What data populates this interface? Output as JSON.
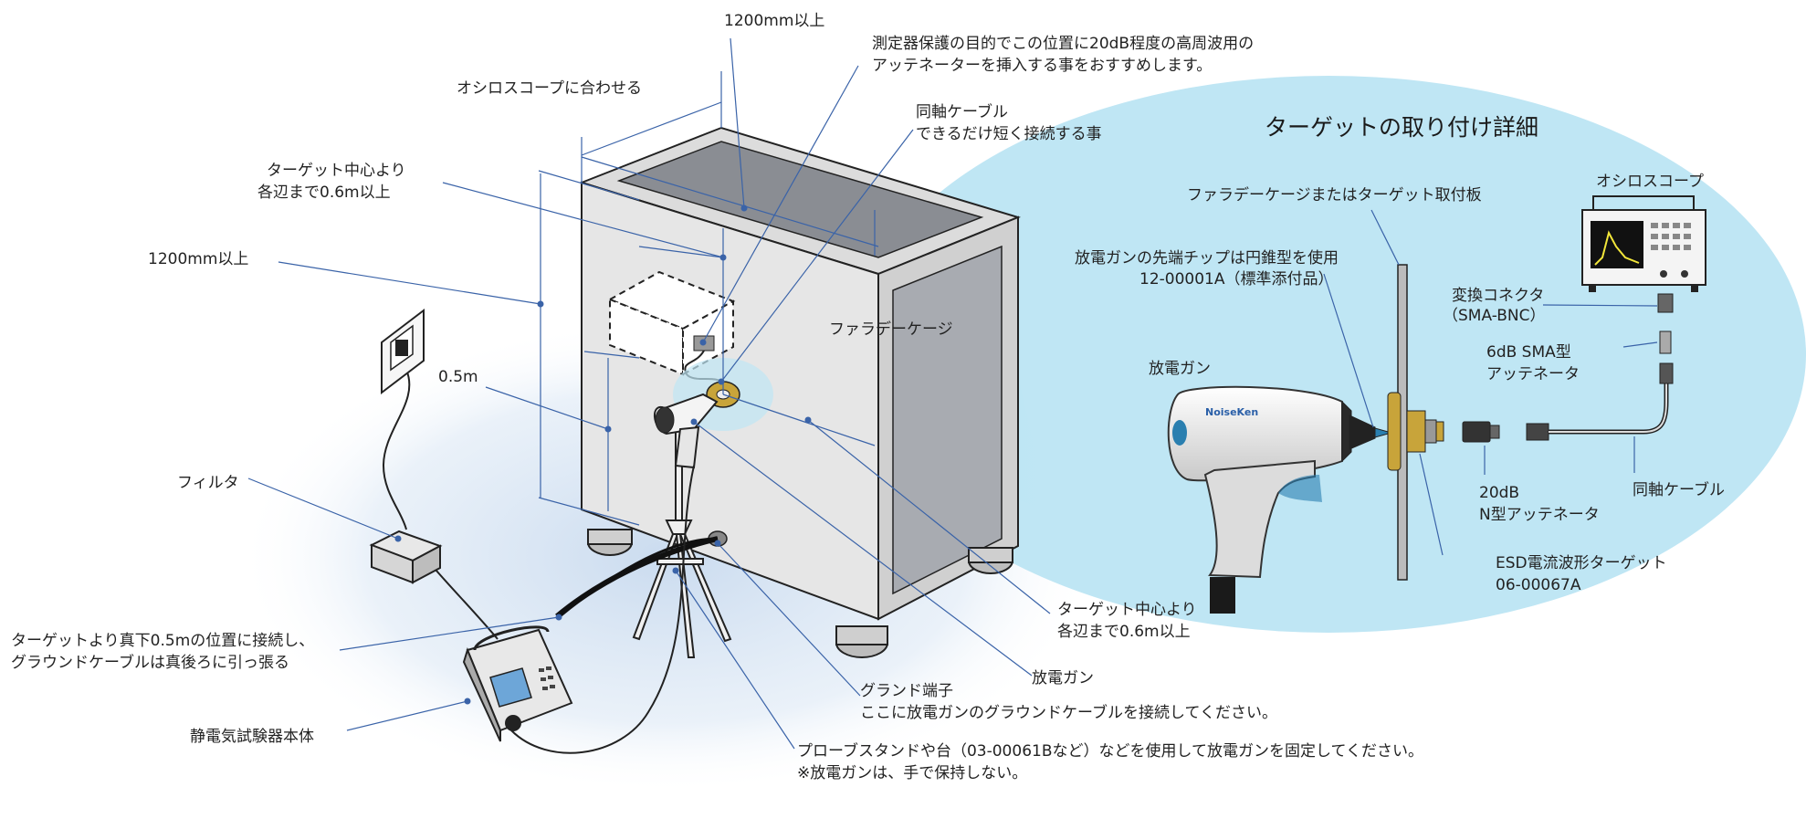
{
  "colors": {
    "accent": "#3a63a8",
    "detail_bubble": "#bfe6f4",
    "floor_glow": "#c7d9ee",
    "cabinet_front": "#e3e3e3",
    "cabinet_side": "#cccccc",
    "brass": "#c8a43a"
  },
  "labels": {
    "dim_top_1200": "1200mm以上",
    "dim_left_1200": "1200mm以上",
    "match_scope": "オシロスコープに合わせる",
    "target_center_top_l1": "ターゲット中心より",
    "target_center_top_l2": "各辺まで0.6m以上",
    "attenuator_note_l1": "測定器保護の目的でこの位置に20dB程度の高周波用の",
    "attenuator_note_l2": "アッテネーターを挿入する事をおすすめします。",
    "coax_short_l1": "同軸ケーブル",
    "coax_short_l2": "できるだけ短く接続する事",
    "faraday_cage": "ファラデーケージ",
    "half_meter": "0.5m",
    "filter": "フィルタ",
    "ground_connect_l1": "ターゲットより真下0.5mの位置に接続し、",
    "ground_connect_l2": "グラウンドケーブルは真後ろに引っ張る",
    "tester_body": "静電気試験器本体",
    "target_center_bottom_l1": "ターゲット中心より",
    "target_center_bottom_l2": "各辺まで0.6m以上",
    "gun_main": "放電ガン",
    "ground_terminal_l1": "グランド端子",
    "ground_terminal_l2": "ここに放電ガンのグラウンドケーブルを接続してください。",
    "probe_stand_l1": "プローブスタンドや台（03-00061Bなど）などを使用して放電ガンを固定してください。",
    "probe_stand_l2": "※放電ガンは、手で保持しない。"
  },
  "detail": {
    "title": "ターゲットの取り付け詳細",
    "faraday_plate": "ファラデーケージまたはターゲット取付板",
    "oscilloscope": "オシロスコープ",
    "tip_l1": "放電ガンの先端チップは円錐型を使用",
    "tip_l2": "12-00001A（標準添付品）",
    "adapter_l1": "変換コネクタ",
    "adapter_l2": "（SMA-BNC）",
    "sma_att_l1": "6dB SMA型",
    "sma_att_l2": "アッテネータ",
    "gun": "放電ガン",
    "n_att_l1": "20dB",
    "n_att_l2": "N型アッテネータ",
    "coax": "同軸ケーブル",
    "target_l1": "ESD電流波形ターゲット",
    "target_l2": "06-00067A",
    "gun_brand": "NoiseKen"
  }
}
